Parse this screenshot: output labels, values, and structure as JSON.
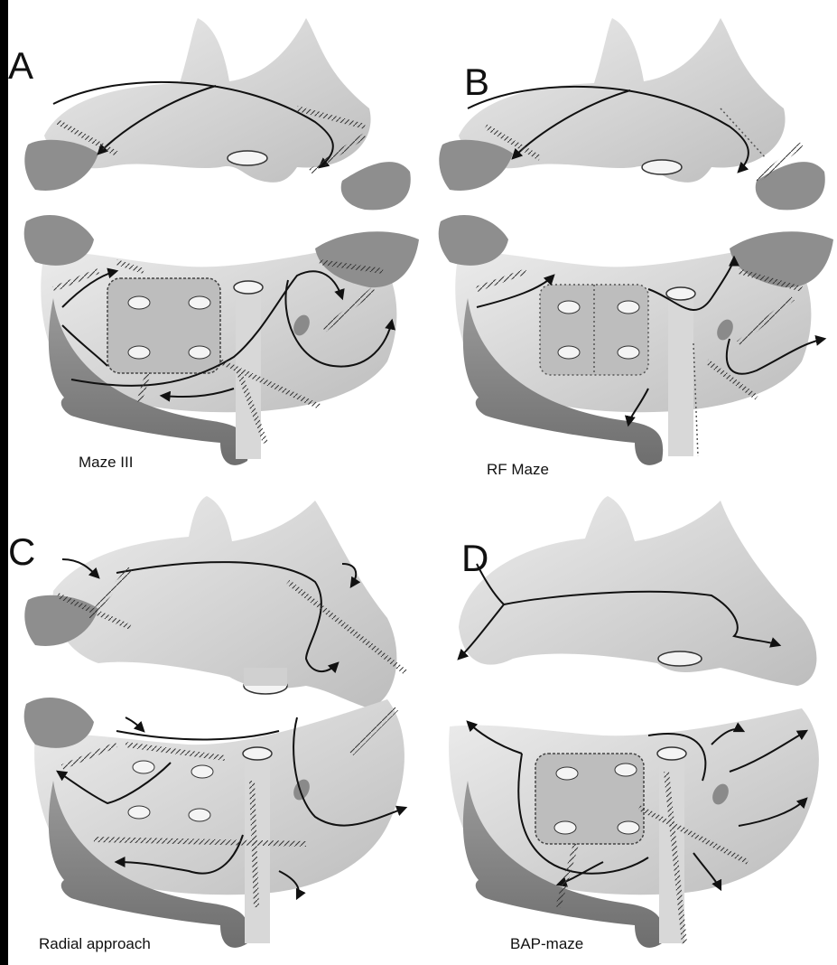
{
  "panels": [
    {
      "letter": "A",
      "caption": "Maze III"
    },
    {
      "letter": "B",
      "caption": "RF Maze"
    },
    {
      "letter": "C",
      "caption": "Radial approach"
    },
    {
      "letter": "D",
      "caption": "BAP-maze"
    }
  ],
  "colors": {
    "background": "#ffffff",
    "frame": "#000000",
    "atrium_light": "#e4e4e4",
    "atrium_mid": "#c9c9c9",
    "appendage_dark": "#8e8e8e",
    "conduction_lines": "#111111"
  }
}
